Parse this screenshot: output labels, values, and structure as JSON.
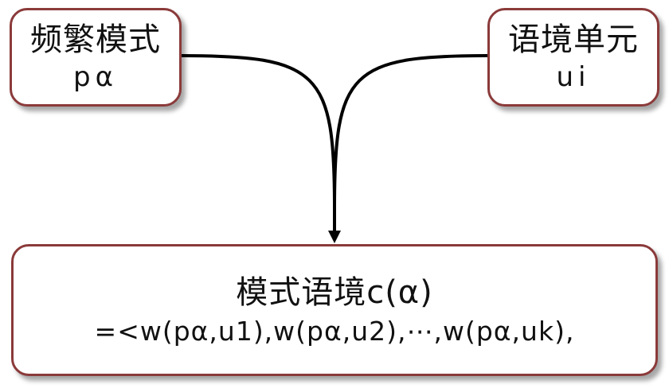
{
  "boxes": {
    "left": {
      "title": "频繁模式",
      "subtitle": "pα"
    },
    "right": {
      "title": "语境单元",
      "subtitle": "ui"
    },
    "bottom": {
      "title": "模式语境c(α)",
      "formula": "=<w(pα,u1),w(pα,u2),⋯,w(pα,uk),"
    }
  },
  "colors": {
    "box_border": "#8b3a3a",
    "connector": "#000000"
  }
}
